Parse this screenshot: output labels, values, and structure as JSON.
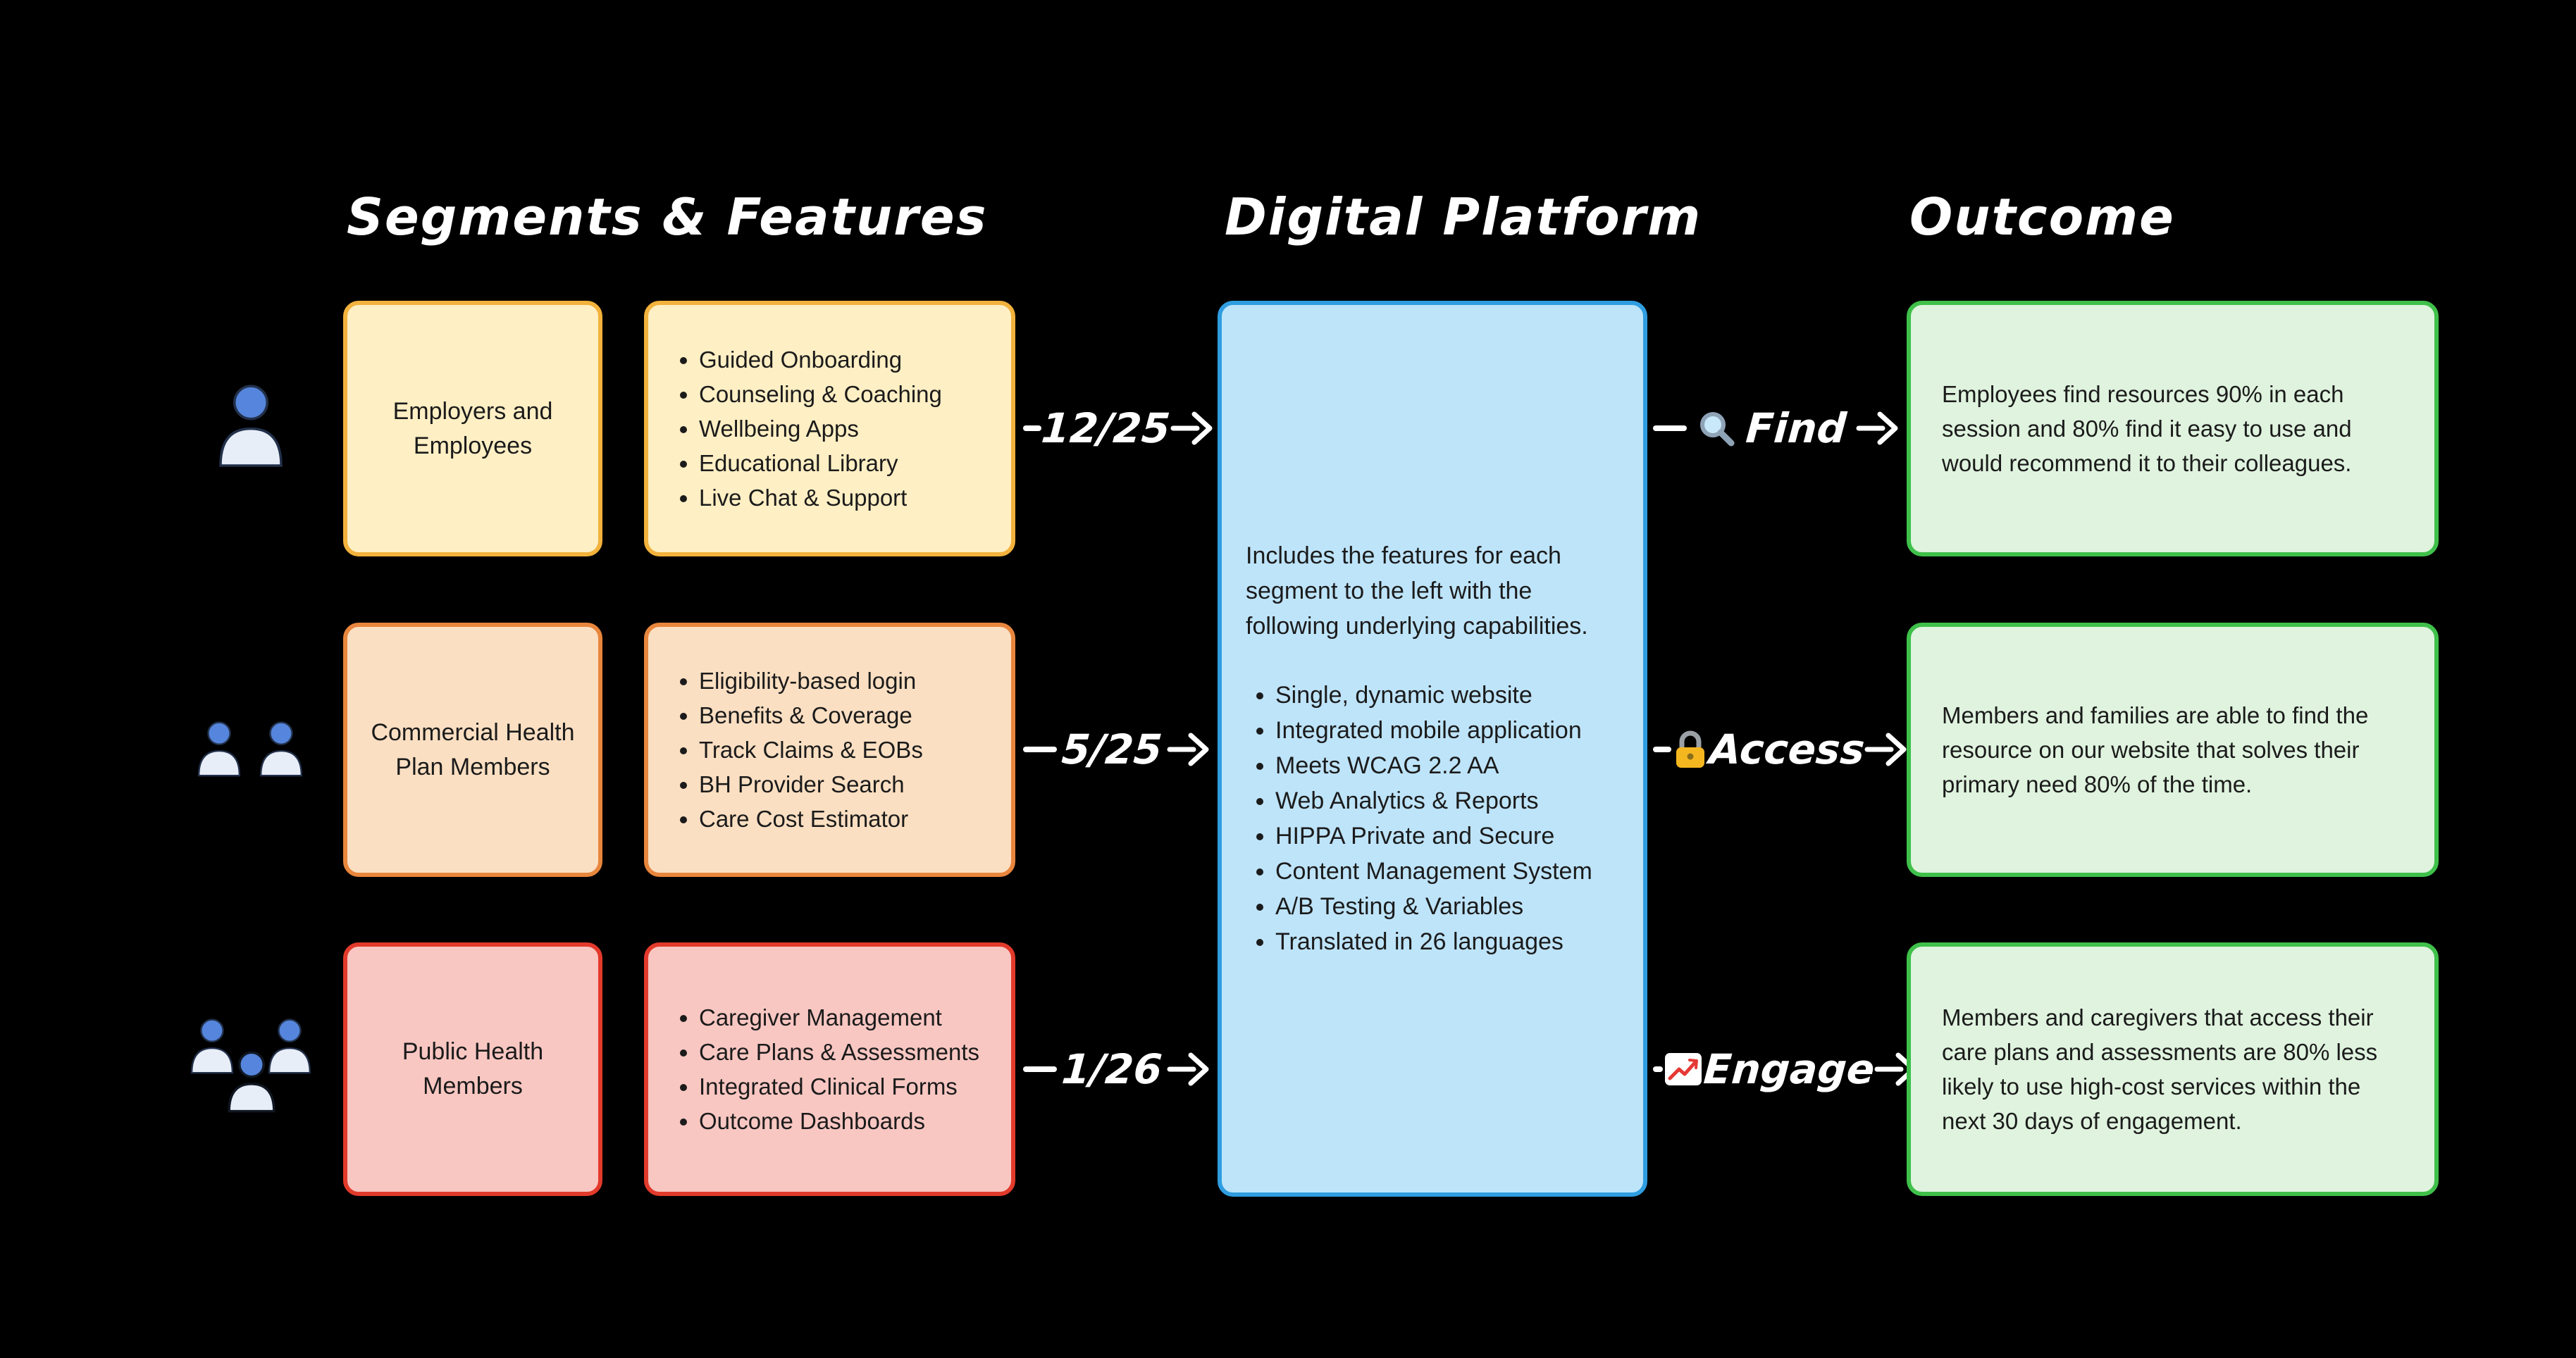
{
  "diagram": {
    "headers": {
      "segments": "Segments & Features",
      "platform": "Digital Platform",
      "outcome": "Outcome"
    },
    "rows": [
      {
        "segment": "Employers and Employees",
        "features": [
          "Guided Onboarding",
          "Counseling & Coaching",
          "Wellbeing Apps",
          "Educational Library",
          "Live Chat & Support"
        ],
        "date": "12/25",
        "outcome_icon": "magnifier-icon",
        "outcome_label": "Find",
        "outcome_text": "Employees find resources 90% in each session and 80% find it easy to use and would recommend it to their colleagues."
      },
      {
        "segment": "Commercial Health Plan Members",
        "features": [
          "Eligibility-based login",
          "Benefits & Coverage",
          "Track Claims & EOBs",
          "BH Provider Search",
          "Care Cost Estimator"
        ],
        "date": "5/25",
        "outcome_icon": "lock-icon",
        "outcome_label": "Access",
        "outcome_text": "Members and families are able to find the resource on our website that solves their primary need 80% of the time."
      },
      {
        "segment": "Public Health Members",
        "features": [
          "Caregiver Management",
          "Care Plans & Assessments",
          "Integrated Clinical Forms",
          "Outcome Dashboards"
        ],
        "date": "1/26",
        "outcome_icon": "chart-increasing-icon",
        "outcome_label": "Engage",
        "outcome_text": "Members and caregivers that access their care plans and assessments are 80% less likely to use high-cost services within the next 30 days of engagement."
      }
    ],
    "platform_box": {
      "intro": "Includes the features for each segment to the left with the following underlying capabilities.",
      "capabilities": [
        "Single, dynamic website",
        "Integrated mobile application",
        "Meets WCAG 2.2 AA",
        "Web Analytics & Reports",
        "HIPPA Private and Secure",
        "Content Management System",
        "A/B Testing & Variables",
        "Translated in 26 languages"
      ]
    },
    "colors": {
      "row_yellow_fill": "#FFEFC4",
      "row_yellow_border": "#F2B23C",
      "row_orange_fill": "#FBDFC2",
      "row_orange_border": "#E8863D",
      "row_red_fill": "#F9C7C2",
      "row_red_border": "#E23A2B",
      "platform_fill": "#BEE4FA",
      "platform_border": "#2F9DE0",
      "outcome_fill": "#DFF3DE",
      "outcome_border": "#3FC04A",
      "background": "#000000",
      "text_dark": "#1B1B1B",
      "text_light": "#FFFFFF"
    }
  }
}
